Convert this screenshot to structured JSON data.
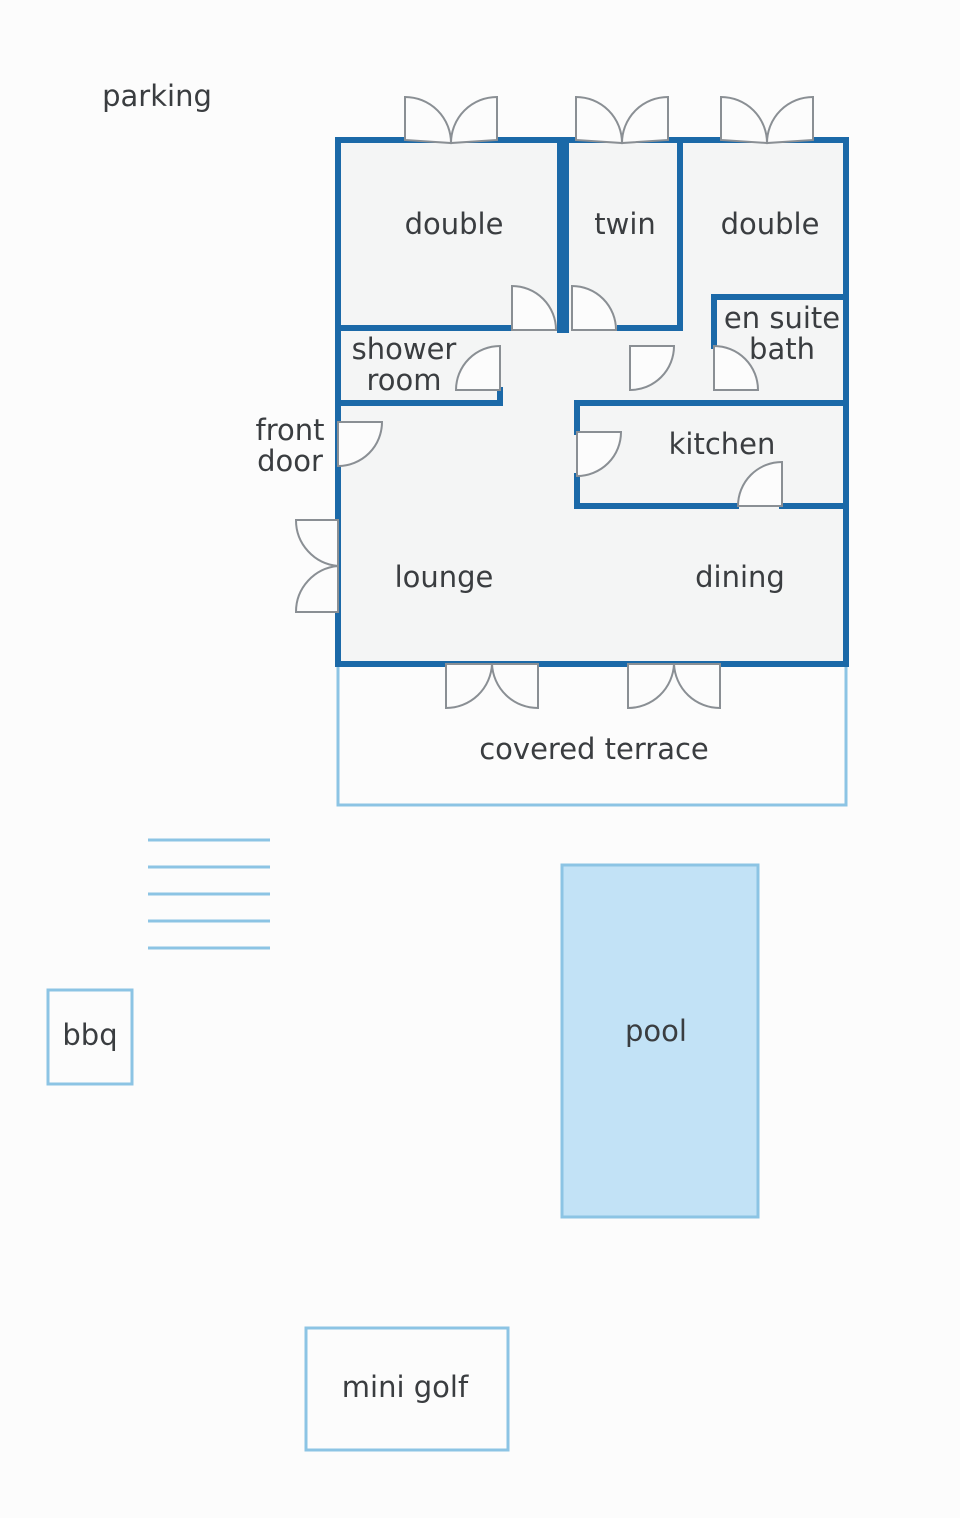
{
  "labels": {
    "parking": "parking",
    "double_left": "double",
    "twin": "twin",
    "double_right": "double",
    "ensuite_line1": "en suite",
    "ensuite_line2": "bath",
    "shower_line1": "shower",
    "shower_line2": "room",
    "front_line1": "front",
    "front_line2": "door",
    "kitchen": "kitchen",
    "lounge": "lounge",
    "dining": "dining",
    "terrace": "covered terrace",
    "bbq": "bbq",
    "pool": "pool",
    "mini_golf": "mini golf"
  },
  "colors": {
    "wall": "#1b69a8",
    "outline": "#8cc4e4",
    "pool_fill": "#c2e2f6",
    "floor": "#f4f5f5",
    "text": "#3a3d40",
    "door": "#8a8f94"
  }
}
